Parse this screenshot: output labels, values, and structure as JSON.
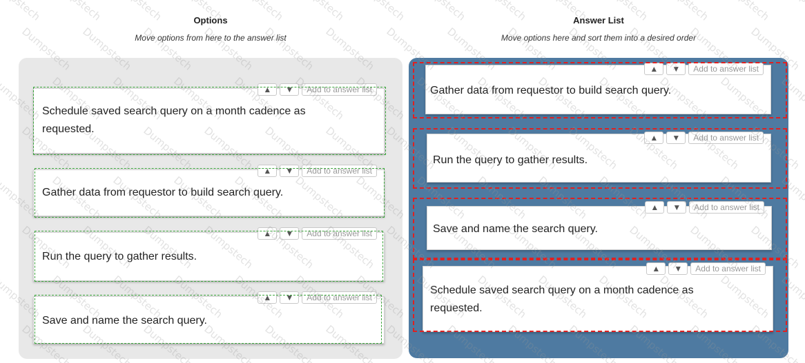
{
  "options_header": {
    "title": "Options",
    "subtitle": "Move options from here to the answer list"
  },
  "answer_header": {
    "title": "Answer List",
    "subtitle": "Move options here and sort them into a desired order"
  },
  "controls": {
    "up_icon": "chevron-up-icon",
    "down_icon": "chevron-down-icon",
    "add_label": "Add to answer list"
  },
  "options_items": [
    {
      "text": "Schedule saved search query on a month cadence as requested."
    },
    {
      "text": "Gather data from requestor to build search query."
    },
    {
      "text": "Run the query to gather results."
    },
    {
      "text": "Save and name the search query."
    }
  ],
  "answer_items": [
    {
      "text": "Gather data from requestor to build search query."
    },
    {
      "text": "Run the query to gather results."
    },
    {
      "text": "Save and name the search query."
    },
    {
      "text": "Schedule saved search query on a month cadence as requested."
    }
  ],
  "colors": {
    "options_panel_bg": "#e8e8e8",
    "answer_panel_bg": "#4e7aa1",
    "options_outline": "#3aa53a",
    "answer_outline": "#e02020"
  },
  "watermark": "Dumpstech"
}
